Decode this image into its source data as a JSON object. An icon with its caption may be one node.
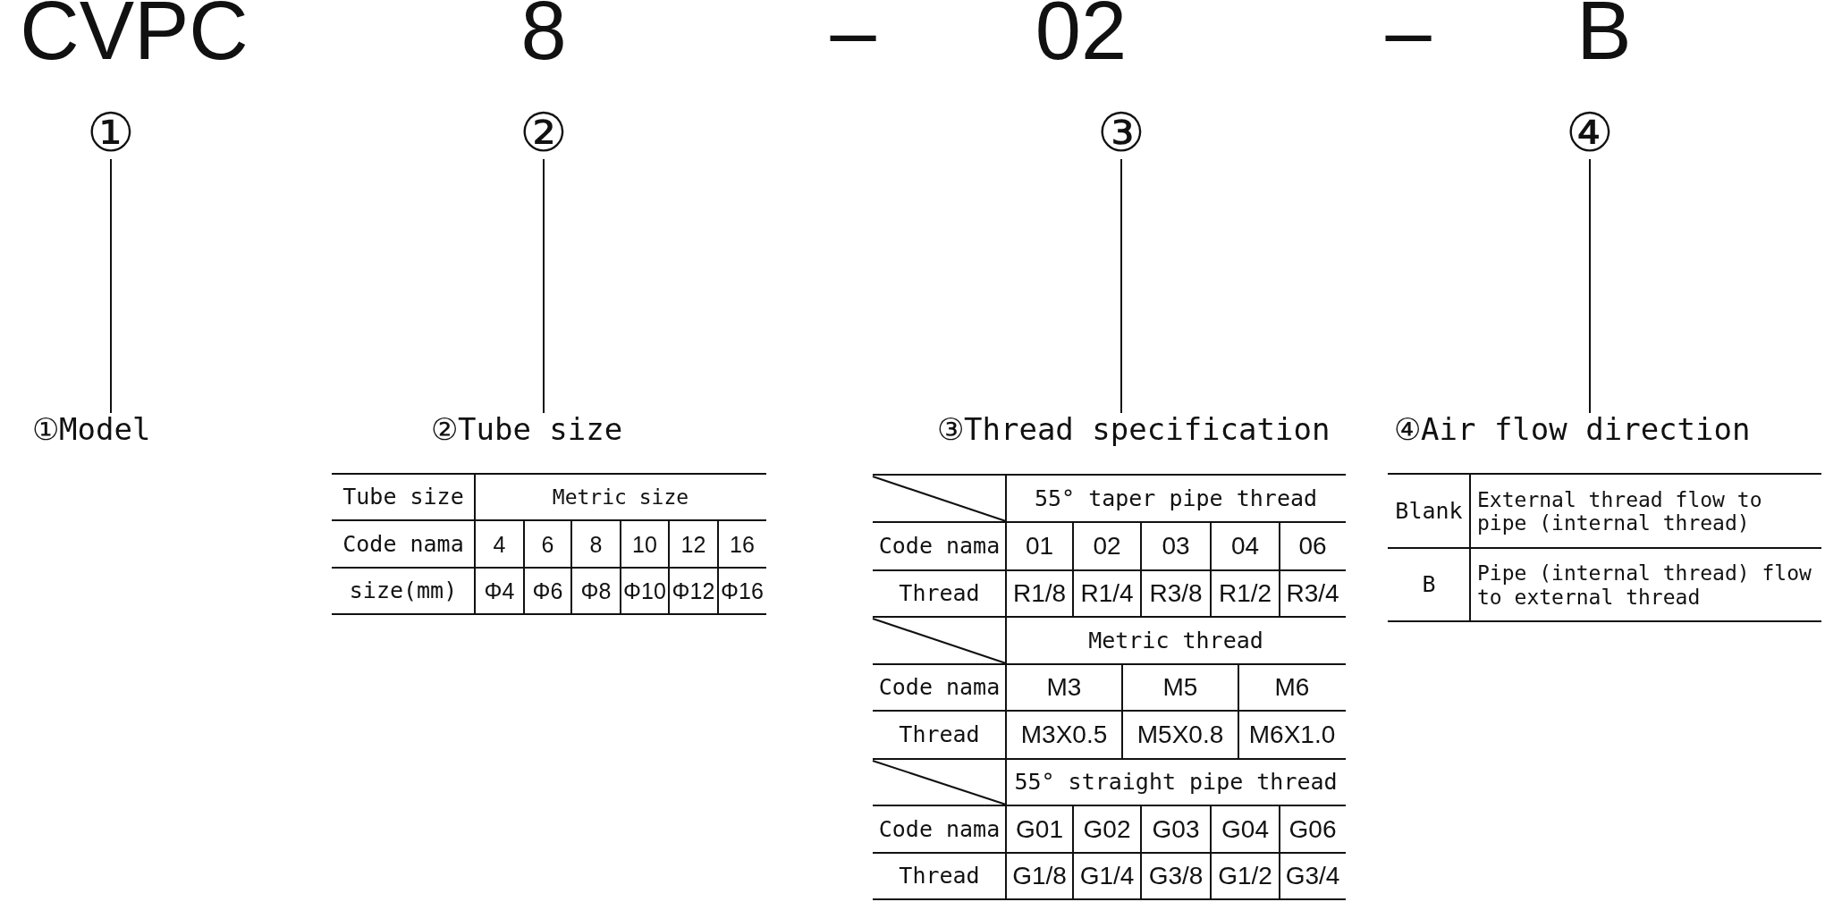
{
  "diagram": {
    "nodes": [
      {
        "text": [
          "①"
        ]
      },
      {
        "text": [
          "②"
        ]
      },
      {
        "text": [
          "③"
        ]
      },
      {
        "text": [
          "④"
        ]
      },
      {
        "text": [
          "①Model"
        ]
      },
      {
        "text": [
          "②Tube size"
        ]
      },
      {
        "text": [
          "③Thread specification"
        ]
      },
      {
        "text": [
          "④Air flow direction"
        ]
      }
    ],
    "edges": [
      {
        "from": 0,
        "to": 4,
        "arrow": "none"
      },
      {
        "from": 1,
        "to": 5,
        "arrow": "none"
      },
      {
        "from": 2,
        "to": 6,
        "arrow": "none"
      },
      {
        "from": 3,
        "to": 7,
        "arrow": "none"
      }
    ],
    "labels": [
      "CVPC",
      "8",
      "–",
      "02",
      "–",
      "B",
      "Tube size",
      "Metric size",
      "Code nama",
      "4",
      "6",
      "8",
      "10",
      "12",
      "16",
      "size(mm)",
      "Φ4",
      "Φ6",
      "Φ8",
      "Φ10",
      "Φ12",
      "Φ16",
      "55° taper pipe thread",
      "Code nama",
      "01",
      "02",
      "03",
      "04",
      "06",
      "Thread",
      "R1/8",
      "R1/4",
      "R3/8",
      "R1/2",
      "R3/4",
      "Metric thread",
      "Code nama",
      "M3",
      "M5",
      "M6",
      "Thread",
      "M3X0.5",
      "M5X0.8",
      "M6X1.0",
      "55° straight pipe thread",
      "Code nama",
      "G01",
      "G02",
      "G03",
      "G04",
      "G06",
      "Thread",
      "G1/8",
      "G1/4",
      "G3/8",
      "G1/2",
      "G3/4",
      "Blank",
      "External thread flow to pipe (internal thread)",
      "B",
      "Pipe (internal thread) flow to external thread"
    ]
  }
}
